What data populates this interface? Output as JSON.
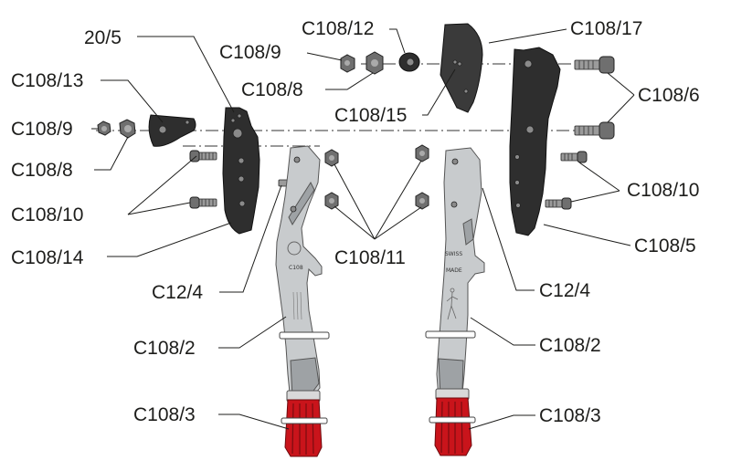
{
  "labels": {
    "l_20_5": "20/5",
    "l_c108_13": "C108/13",
    "l_c108_9_left": "C108/9",
    "l_c108_8_left": "C108/8",
    "l_c108_10_left": "C108/10",
    "l_c108_14": "C108/14",
    "l_c12_4_left": "C12/4",
    "l_c108_2_left": "C108/2",
    "l_c108_3_left": "C108/3",
    "l_c108_9_top": "C108/9",
    "l_c108_8_top": "C108/8",
    "l_c108_12": "C108/12",
    "l_c108_15": "C108/15",
    "l_c108_17": "C108/17",
    "l_c108_6": "C108/6",
    "l_c108_10_right": "C108/10",
    "l_c108_5": "C108/5",
    "l_c108_11": "C108/11",
    "l_c12_4_right": "C12/4",
    "l_c108_2_right": "C108/2",
    "l_c108_3_right": "C108/3"
  },
  "engravings": {
    "left_handle_code": "C108",
    "right_handle_line1": "SWISS",
    "right_handle_line2": "MADE"
  },
  "colors": {
    "grip": "#c9141b",
    "plate": "#2e2e2e",
    "handle": "#c8cbcd"
  }
}
